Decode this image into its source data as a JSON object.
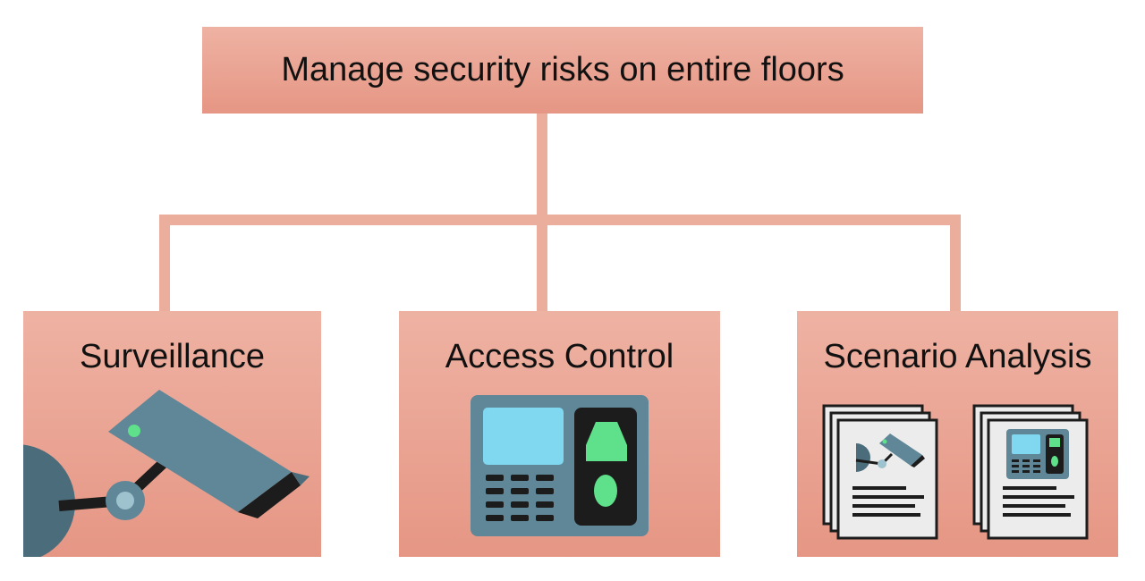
{
  "diagram": {
    "root": {
      "label": "Manage security risks on entire floors"
    },
    "children": [
      {
        "label": "Surveillance",
        "icon": "security-camera-icon"
      },
      {
        "label": "Access Control",
        "icon": "keypad-fingerprint-reader-icon"
      },
      {
        "label": "Scenario Analysis",
        "icon": "report-documents-icon"
      }
    ]
  },
  "colors": {
    "box_top": "#eeb2a3",
    "box_bottom": "#e69684",
    "connector": "#ebae9c",
    "device_body": "#5f8797",
    "screen": "#7fd8ef",
    "indicator": "#5fe08a"
  }
}
